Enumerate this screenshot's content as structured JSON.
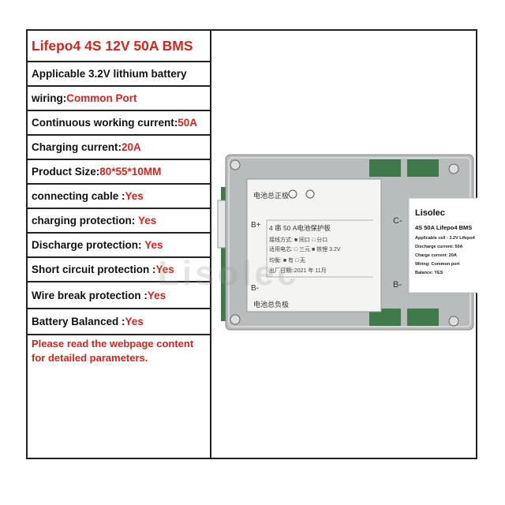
{
  "title": "Lifepo4 4S 12V 50A BMS",
  "specs": [
    {
      "label": "Applicable 3.2V lithium battery",
      "value": ""
    },
    {
      "label": "wiring:",
      "value": "Common Port"
    },
    {
      "label": "Continuous working current:",
      "value": "50A"
    },
    {
      "label": "Charging current:",
      "value": "20A"
    },
    {
      "label": "Product Size:",
      "value": "80*55*10MM"
    },
    {
      "label": "connecting cable :",
      "value": "Yes"
    },
    {
      "label": "charging protection: ",
      "value": "Yes"
    },
    {
      "label": "Discharge protection: ",
      "value": "Yes"
    },
    {
      "label": "Short circuit protection :",
      "value": "Yes"
    },
    {
      "label": "Wire break protection :",
      "value": "Yes"
    },
    {
      "label": "Battery Balanced :",
      "value": "Yes"
    }
  ],
  "note": "Please read the webpage content for detailed parameters.",
  "watermark": "Lisolec",
  "colors": {
    "accent": "#d0261e",
    "border": "#222222",
    "board": "#b9bcbd",
    "pcb_green": "#3f7a4a"
  },
  "product_image": {
    "sticker_main": {
      "top_label": "电池总正极",
      "bottom_label": "电池总负极",
      "b_plus": "B+",
      "b_minus": "B-",
      "heading": "4  串 50 A电池保护板",
      "line1": "接线方式: ■ 同口    □ 分口",
      "line2": "适用电芯: □ 三元  ■ 铁锂 3.2V",
      "line3": "均衡:    ■ 有    □ 无",
      "line4": "出厂日期: 2021 年 11月"
    },
    "label_card": {
      "brand": "Lisolec",
      "model": "4S 50A Lifepo4 BMS",
      "cell": "Applicable cell : 3.2V Lifepo4",
      "discharge": "Discharge current: 50A",
      "charge": "Charge current: 20A",
      "wiring": "Wiring: Common port",
      "balance": "Balance: YES"
    },
    "c_minus": "C-",
    "b_minus_right": "B-"
  }
}
